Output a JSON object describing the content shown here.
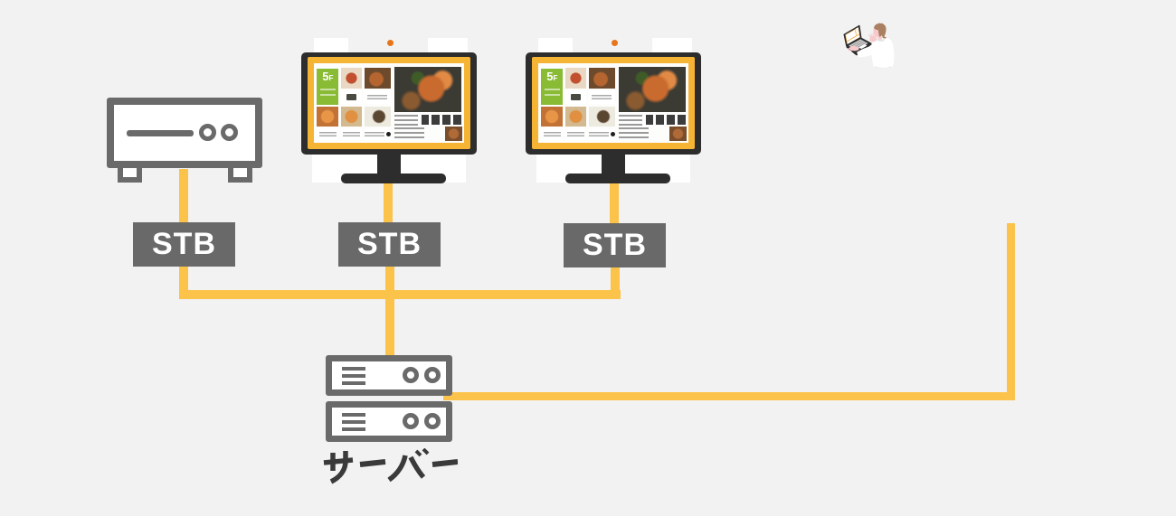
{
  "colors": {
    "background": "#F2F2F2",
    "cable_yellow": "#FBC349",
    "outline_gray": "#6A6A6A",
    "stb_box_gray": "#696969",
    "label_dark": "#3A3A3A",
    "monitor_bezel_dark": "#2D2D2D",
    "monitor_frame_yellow": "#F6B434",
    "signage_green": "#8ABB35",
    "laptop_frame_yellow": "#EFA73C",
    "skin_pink": "#F8C9CB",
    "hair_brown": "#AA8062"
  },
  "labels": {
    "stb_boxes": [
      "STB",
      "STB",
      "STB"
    ],
    "server": "サーバー",
    "floor_num": "5",
    "floor_suffix": "F"
  }
}
